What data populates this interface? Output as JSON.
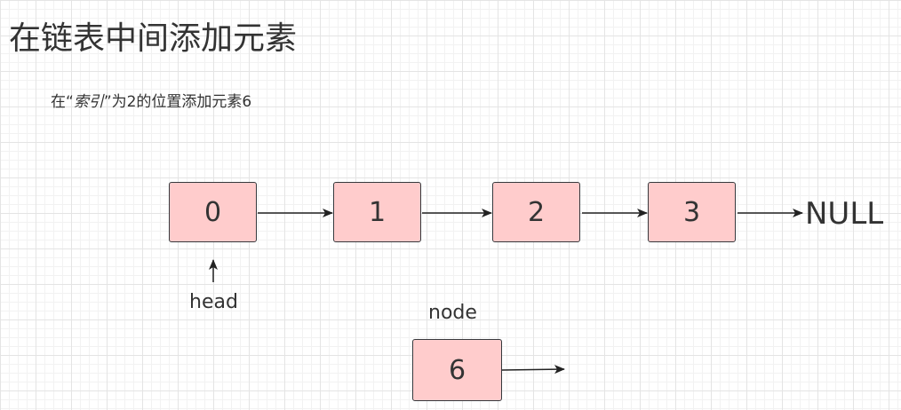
{
  "title": "在链表中间添加元素",
  "subtitle": {
    "prefix": "在“",
    "italic": "索引",
    "suffix": "”为2的位置添加元素6"
  },
  "list_nodes": [
    {
      "value": "0"
    },
    {
      "value": "1"
    },
    {
      "value": "2"
    },
    {
      "value": "3"
    }
  ],
  "null_label": "NULL",
  "head_label": "head",
  "new_node": {
    "label": "node",
    "value": "6"
  }
}
